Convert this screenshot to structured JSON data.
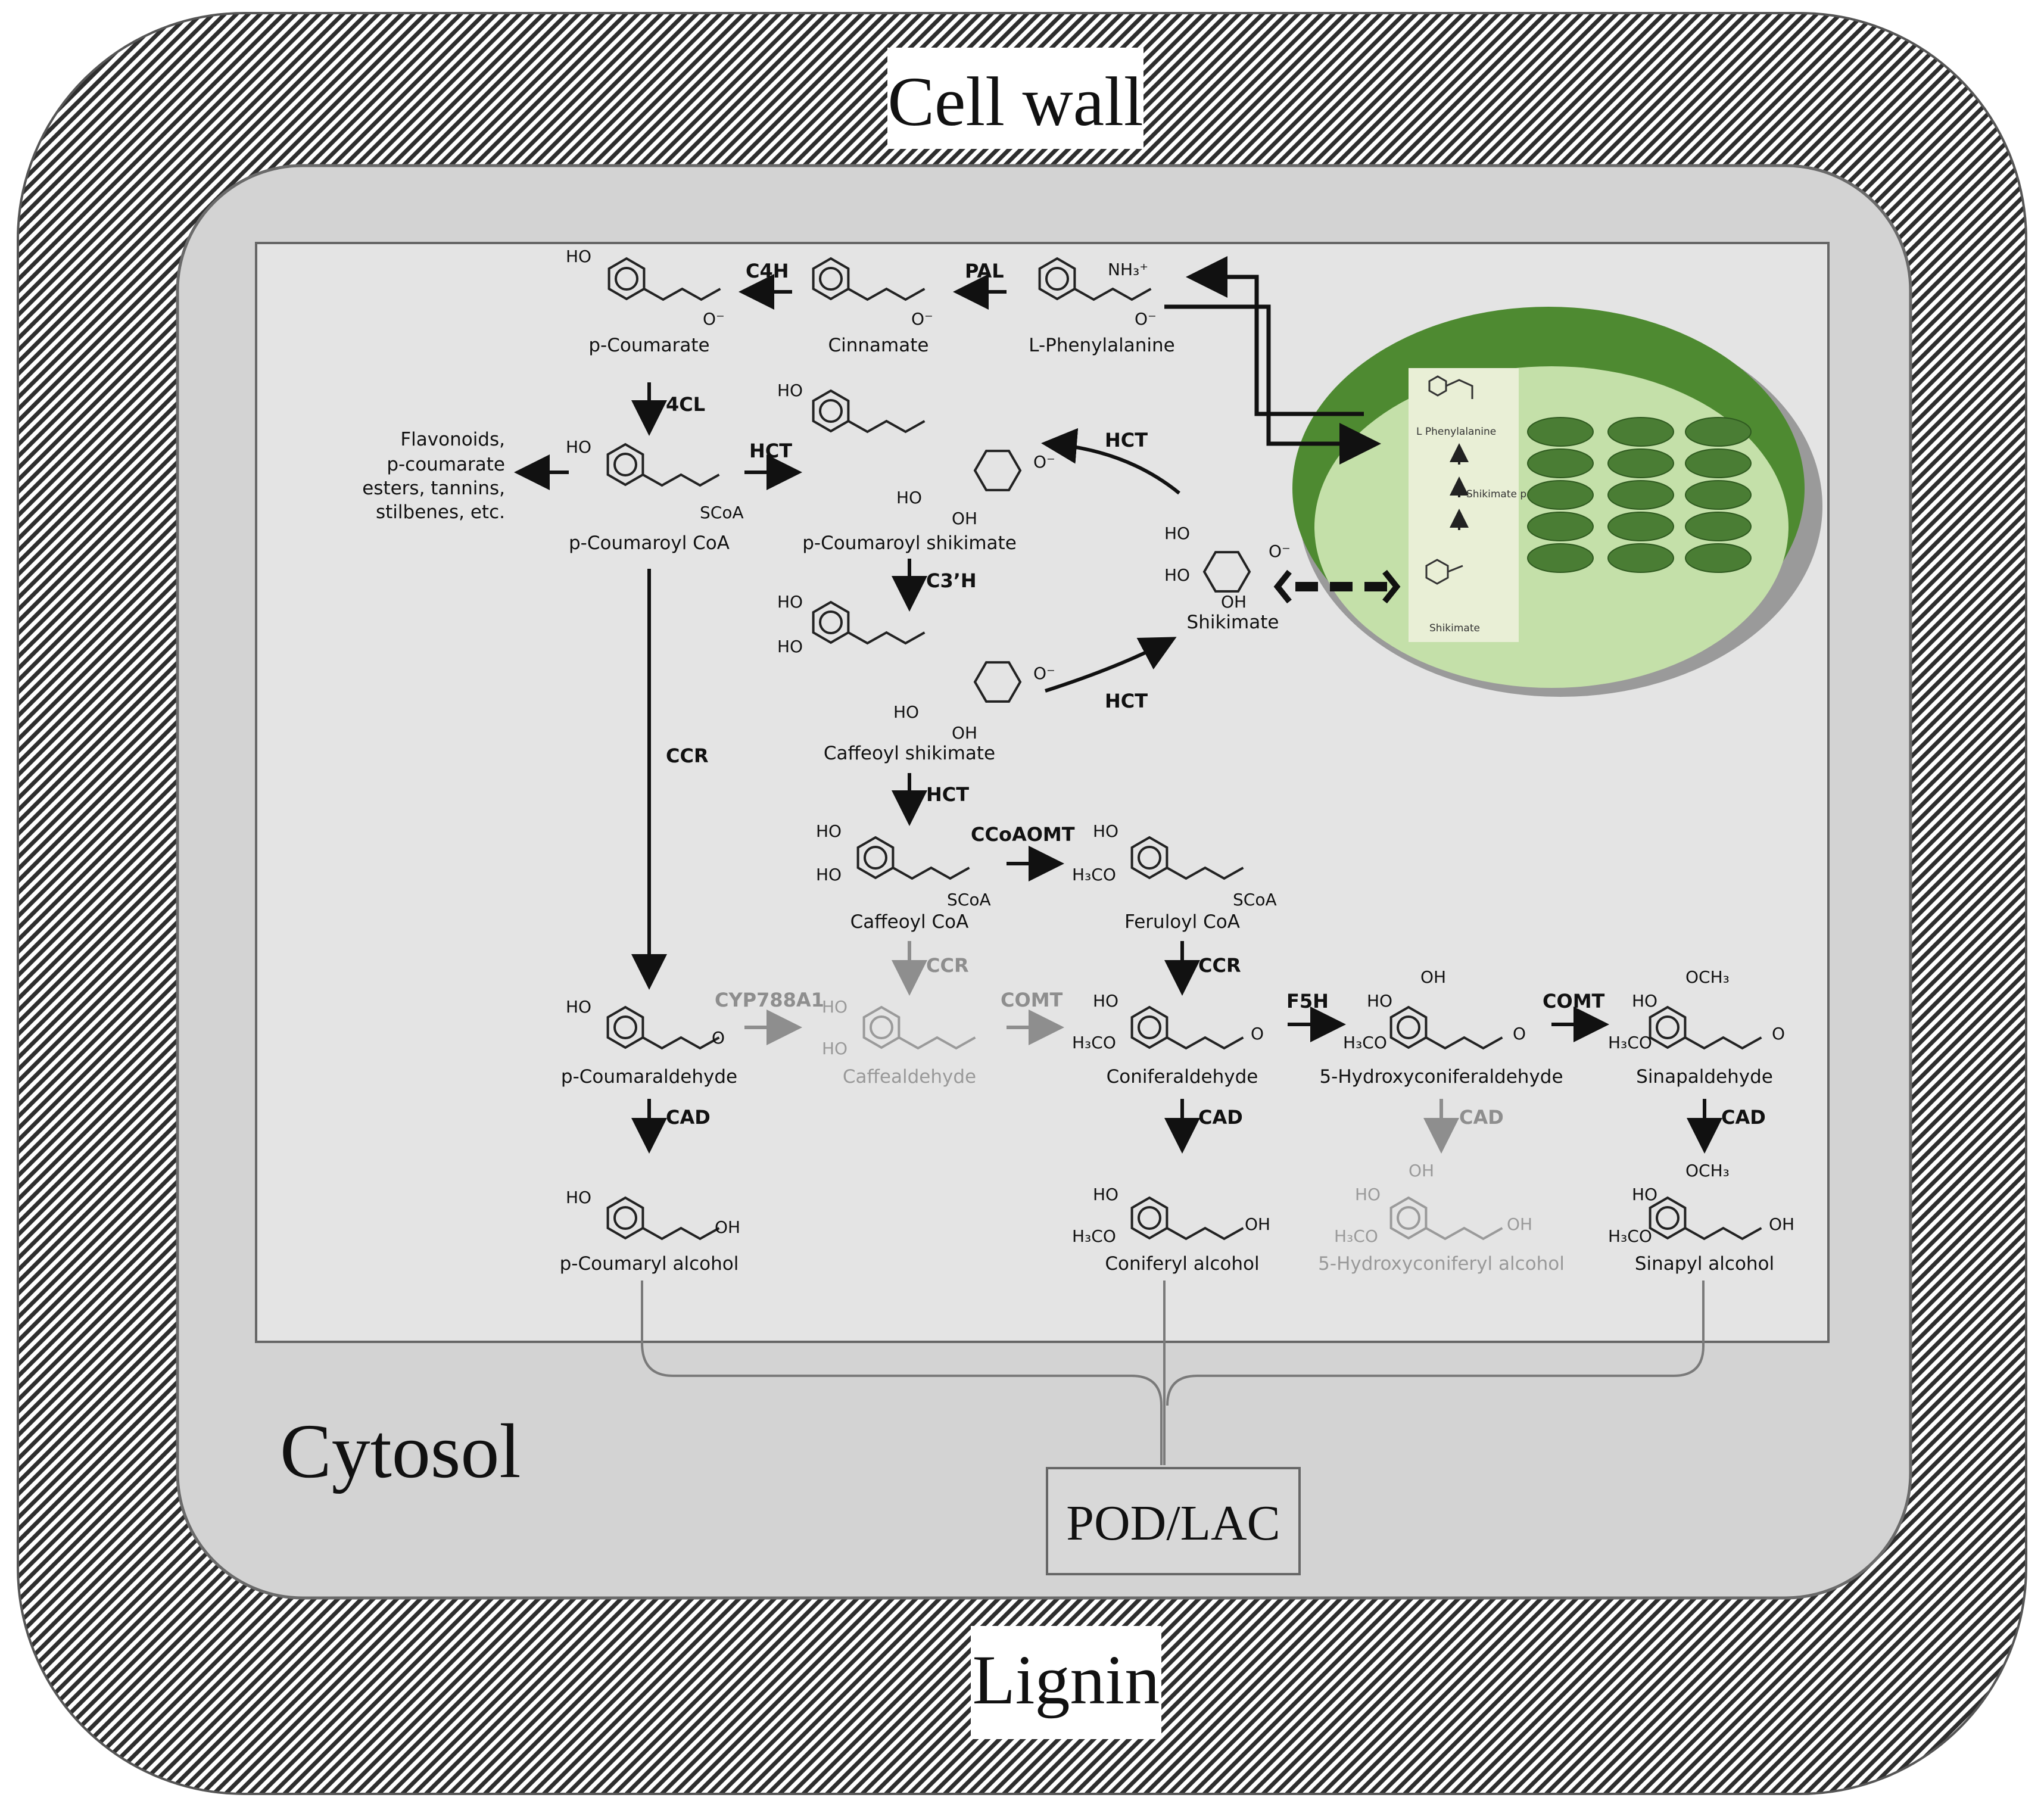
{
  "compartments": {
    "cell_wall": "Cell wall",
    "cytosol": "Cytosol",
    "lignin": "Lignin",
    "pod_lac": "POD/LAC"
  },
  "compounds": {
    "p_coumarate": "p-Coumarate",
    "cinnamate": "Cinnamate",
    "l_phenylalanine": "L-Phenylalanine",
    "p_coumaroyl_coa": "p-Coumaroyl CoA",
    "side_products": [
      "Flavonoids,",
      "p-coumarate",
      "esters, tannins,",
      "stilbenes, etc."
    ],
    "p_coumaroyl_shikimate": "p-Coumaroyl shikimate",
    "shikimate": "Shikimate",
    "caffeoyl_shikimate": "Caffeoyl shikimate",
    "caffeoyl_coa": "Caffeoyl CoA",
    "feruloyl_coa": "Feruloyl CoA",
    "p_coumaraldehyde": "p-Coumaraldehyde",
    "caffealdehyde": "Caffealdehyde",
    "coniferaldehyde": "Coniferaldehyde",
    "hydroxyconiferaldehyde": "5-Hydroxyconiferaldehyde",
    "sinapaldehyde": "Sinapaldehyde",
    "p_coumaryl_alcohol": "p-Coumaryl alcohol",
    "coniferyl_alcohol": "Coniferyl alcohol",
    "hydroxyconiferyl_alcohol": "5-Hydroxyconiferyl alcohol",
    "sinapyl_alcohol": "Sinapyl alcohol"
  },
  "enzymes": {
    "c4h": "C4H",
    "pal": "PAL",
    "fourcl": "4CL",
    "hct_1": "HCT",
    "hct_2": "HCT",
    "c3h": "C3’H",
    "hct_3": "HCT",
    "hct_4": "HCT",
    "ccoaomt": "CCoAOMT",
    "ccr_1": "CCR",
    "ccr_2": "CCR",
    "ccr_3": "CCR",
    "cyp": "CYP788A1",
    "comt_1": "COMT",
    "f5h": "F5H",
    "comt_2": "COMT",
    "cad_1": "CAD",
    "cad_2": "CAD",
    "cad_3": "CAD",
    "cad_4": "CAD"
  },
  "groups": {
    "ho": "HO",
    "oh": "OH",
    "o_minus": "O⁻",
    "nh3": "NH₃⁺",
    "scoa": "SCoA",
    "h3co": "H₃CO",
    "och3": "OCH₃",
    "o": "O"
  },
  "plastid": {
    "l_phenylalanine": "L Phenylalanine",
    "pathway": "Shikimate pathway",
    "shikimate": "Shikimate"
  },
  "colors": {
    "cytosol": "#d3d3d3",
    "panel": "#e4e4e4",
    "plastid_outer": "#4e8a31",
    "plastid_inner": "#c4e0a9",
    "thylakoid": "#4a7d34",
    "muted": "#8e8e8e"
  }
}
